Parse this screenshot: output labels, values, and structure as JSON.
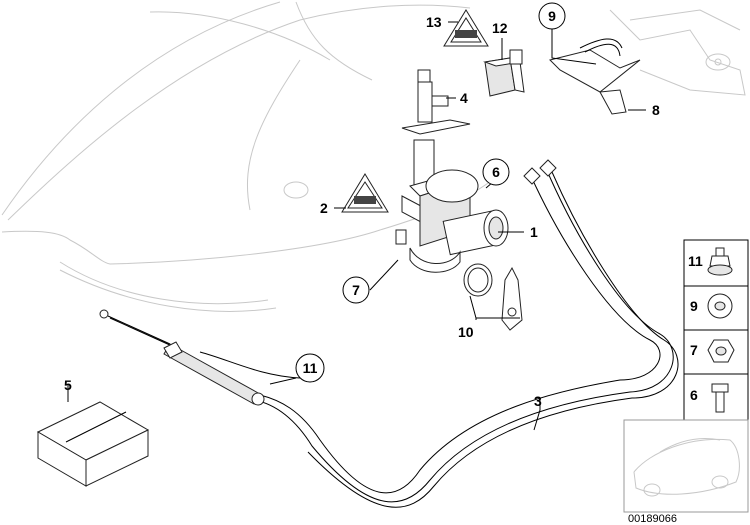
{
  "callouts": {
    "c1": "1",
    "c2": "2",
    "c3": "3",
    "c4": "4",
    "c5": "5",
    "c6": "6",
    "c7": "7",
    "c8": "8",
    "c9": "9",
    "c10": "10",
    "c11": "11",
    "c12": "12",
    "c13": "13"
  },
  "legend": {
    "l11": "11",
    "l9": "9",
    "l7": "7",
    "l6": "6"
  },
  "reference_number": "00189066"
}
